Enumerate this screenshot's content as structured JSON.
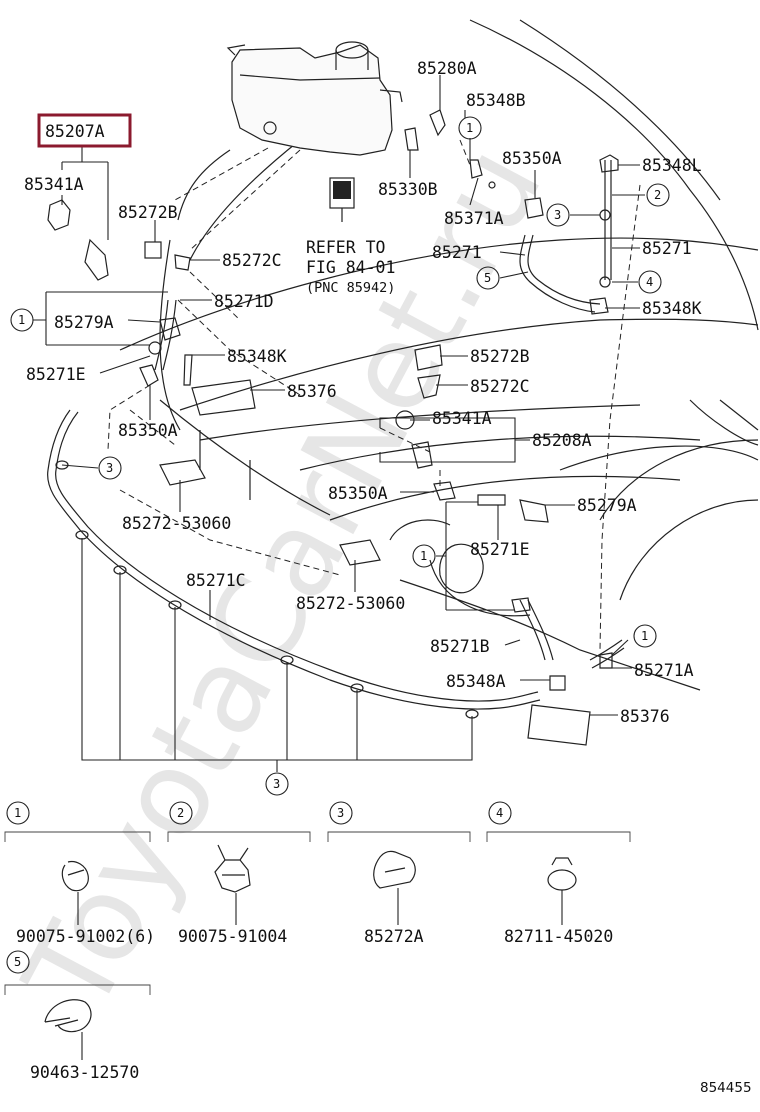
{
  "watermark": "ToyotaCarNet.ru",
  "figure_id": "854455",
  "refer": {
    "line1": "REFER TO",
    "line2": "FIG 84-01",
    "line3": "(PNC 85942)"
  },
  "labels": {
    "p85207A": "85207A",
    "p85341A_top": "85341A",
    "p85272B_left": "85272B",
    "p85272C_left": "85272C",
    "p85271D": "85271D",
    "p85279A_left": "85279A",
    "p85271E_left": "85271E",
    "p85348K_left": "85348K",
    "p85376_top": "85376",
    "p85350A_left": "85350A",
    "p85272_53060_a": "85272-53060",
    "p85271C": "85271C",
    "p85272_53060_b": "85272-53060",
    "p85280A": "85280A",
    "p85348B": "85348B",
    "p85330B": "85330B",
    "p85350A_top": "85350A",
    "p85371A": "85371A",
    "p85348L": "85348L",
    "p85271_left": "85271",
    "p85271_right": "85271",
    "p85348K_right": "85348K",
    "p85272B_right": "85272B",
    "p85272C_right": "85272C",
    "p85341A_mid": "85341A",
    "p85208A": "85208A",
    "p85350A_mid": "85350A",
    "p85279A_right": "85279A",
    "p85271E_right": "85271E",
    "p85271B": "85271B",
    "p85271A": "85271A",
    "p85348A": "85348A",
    "p85376_bottom": "85376"
  },
  "callouts": {
    "c1": "1",
    "c2": "2",
    "c3": "3",
    "c4": "4",
    "c5": "5"
  },
  "legend": [
    {
      "num": "1",
      "part": "90075-91002(6)"
    },
    {
      "num": "2",
      "part": "90075-91004"
    },
    {
      "num": "3",
      "part": "85272A"
    },
    {
      "num": "4",
      "part": "82711-45020"
    },
    {
      "num": "5",
      "part": "90463-12570"
    }
  ],
  "colors": {
    "highlight": "#8b1a2e",
    "ink": "#222222",
    "watermark": "#e6e6e6"
  }
}
